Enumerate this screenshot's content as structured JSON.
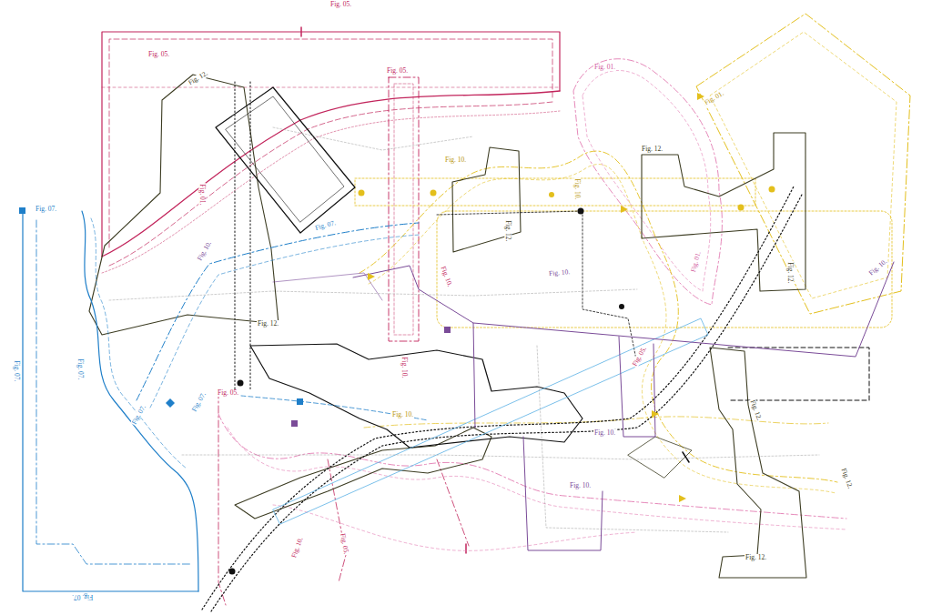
{
  "diagram": {
    "labels": [
      "Fig. 05.",
      "Fig. 05.",
      "Fig. 12.",
      "Fig. 05.",
      "Fig. 01.",
      "Fig. 01.",
      "Fig. 07.",
      "Fig. 12.",
      "Fig. 10.",
      "Fig. 01.",
      "Fig. 12.",
      "Fig. 10.",
      "Fig. 07.",
      "Fig. 10.",
      "Fig. 10.",
      "Fig. 10.",
      "Fig. 12.",
      "Fig. 12.",
      "Fig. 01.",
      "Fig. 10.",
      "Fig. 07.",
      "Fig. 07.",
      "Fig. 10.",
      "Fig. 05.",
      "Fig. 07.",
      "Fig. 07.",
      "Fig. 10.",
      "Fig. 05.",
      "Fig. 10.",
      "Fig. 12.",
      "Fig. 10.",
      "Fig. 12.",
      "Fig. 12.",
      "Fig. 07.",
      "Fig. 05.",
      "Fig. 10."
    ]
  }
}
